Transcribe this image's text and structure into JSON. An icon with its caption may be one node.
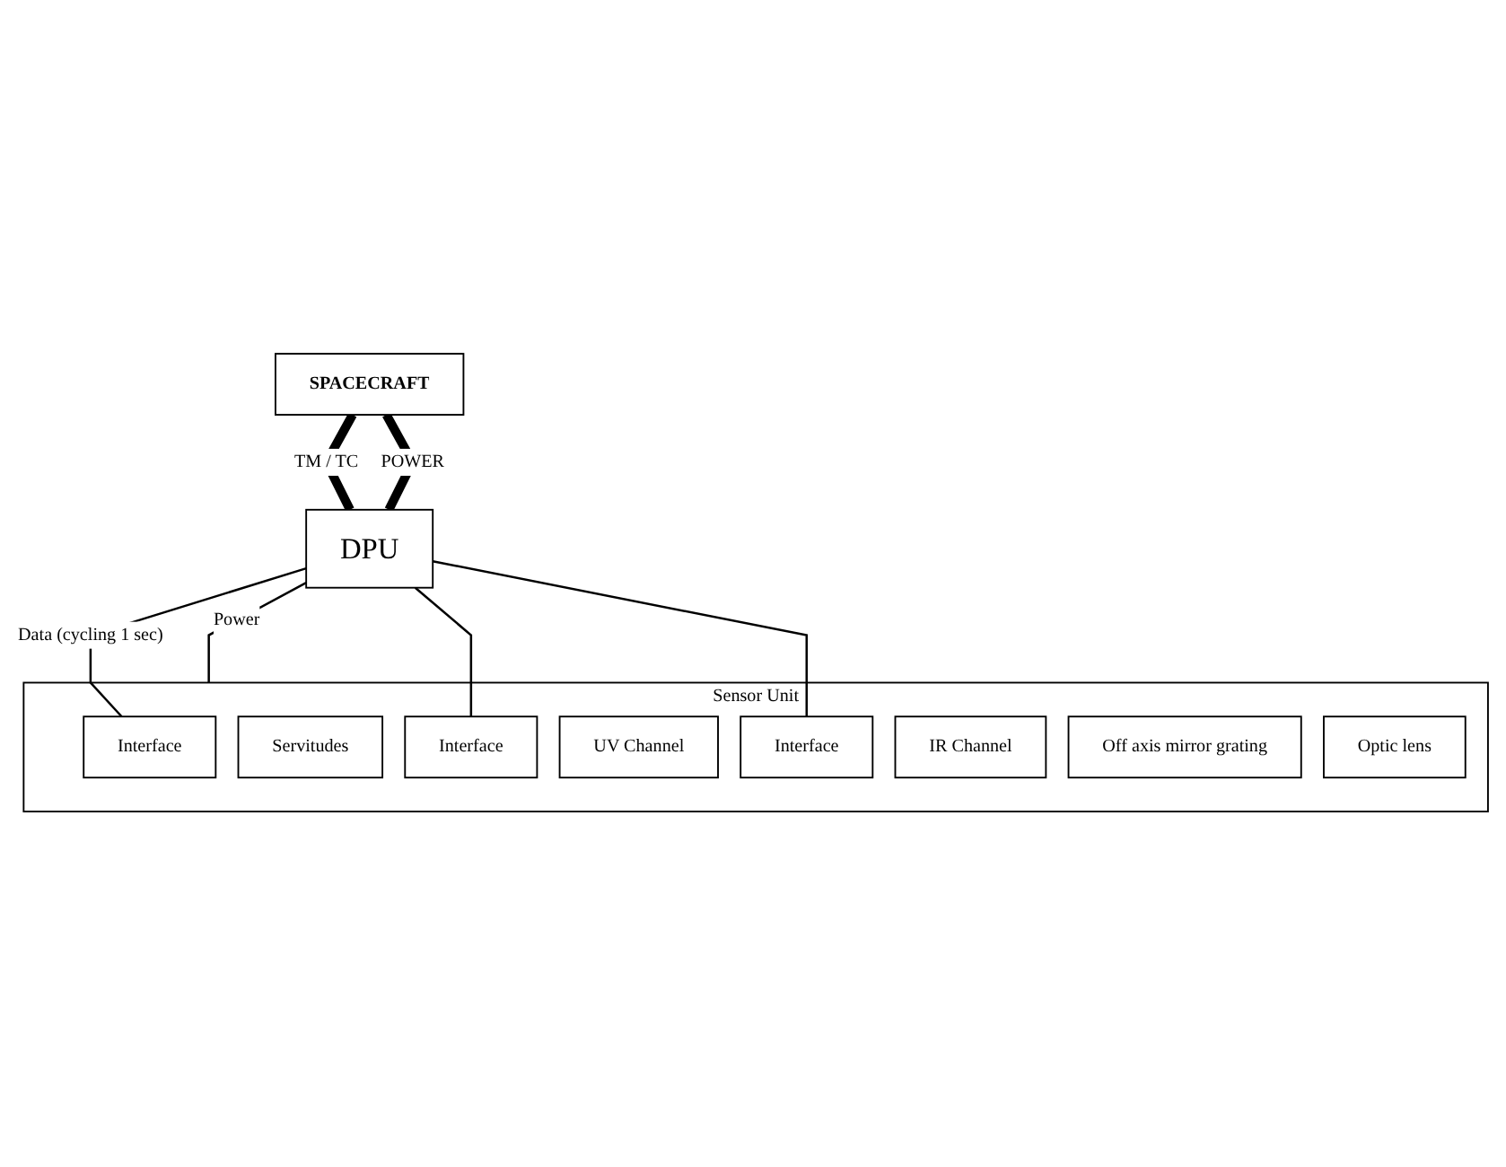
{
  "diagram": {
    "nodes": [
      {
        "text": [
          "SPACECRAFT"
        ]
      },
      {
        "text": [
          "DPU"
        ]
      },
      {
        "text": [
          "Sensor Unit"
        ]
      },
      {
        "text": [
          "Interface"
        ],
        "in": 2
      },
      {
        "text": [
          "Servitudes"
        ],
        "in": 2
      },
      {
        "text": [
          "Interface"
        ],
        "in": 2
      },
      {
        "text": [
          "UV Channel"
        ],
        "in": 2
      },
      {
        "text": [
          "Interface"
        ],
        "in": 2
      },
      {
        "text": [
          "IR Channel"
        ],
        "in": 2
      },
      {
        "text": [
          "Off axis mirror grating"
        ],
        "in": 2
      },
      {
        "text": [
          "Optic lens"
        ],
        "in": 2
      }
    ],
    "edges": [
      {
        "from": 0,
        "to": 1,
        "arrow": "none",
        "label": "TM / TC",
        "style": "thick"
      },
      {
        "from": 0,
        "to": 1,
        "arrow": "none",
        "label": "POWER",
        "style": "thick"
      },
      {
        "from": 1,
        "to": 3,
        "arrow": "none",
        "label": "Data (cycling 1 sec)"
      },
      {
        "from": 1,
        "to": 5,
        "arrow": "none"
      },
      {
        "from": 1,
        "to": 7,
        "arrow": "none"
      },
      {
        "from": 1,
        "to": 2,
        "arrow": "none",
        "label": "Power"
      }
    ]
  }
}
